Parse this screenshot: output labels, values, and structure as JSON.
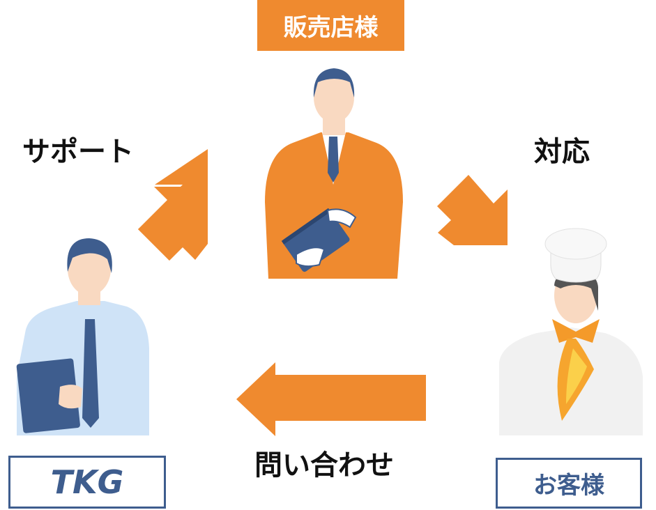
{
  "title_badge": {
    "text": "販売店様",
    "color": "#ef8a2f"
  },
  "labels": {
    "support": "サポート",
    "response": "対応",
    "inquiry": "問い合わせ"
  },
  "tkg_logo": {
    "text": "TKG"
  },
  "customer_box": {
    "text": "お客様"
  },
  "colors": {
    "arrow": "#ef8a2f",
    "navy": "#3e5d8e",
    "skin": "#f9d9c1",
    "shirt_blue": "#cfe3f7",
    "chef_white": "#f1f1f1"
  },
  "icons": [
    "dealer-person-icon",
    "support-staff-icon",
    "chef-customer-icon",
    "arrow-up-right-icon",
    "arrow-down-right-icon",
    "arrow-left-icon"
  ]
}
